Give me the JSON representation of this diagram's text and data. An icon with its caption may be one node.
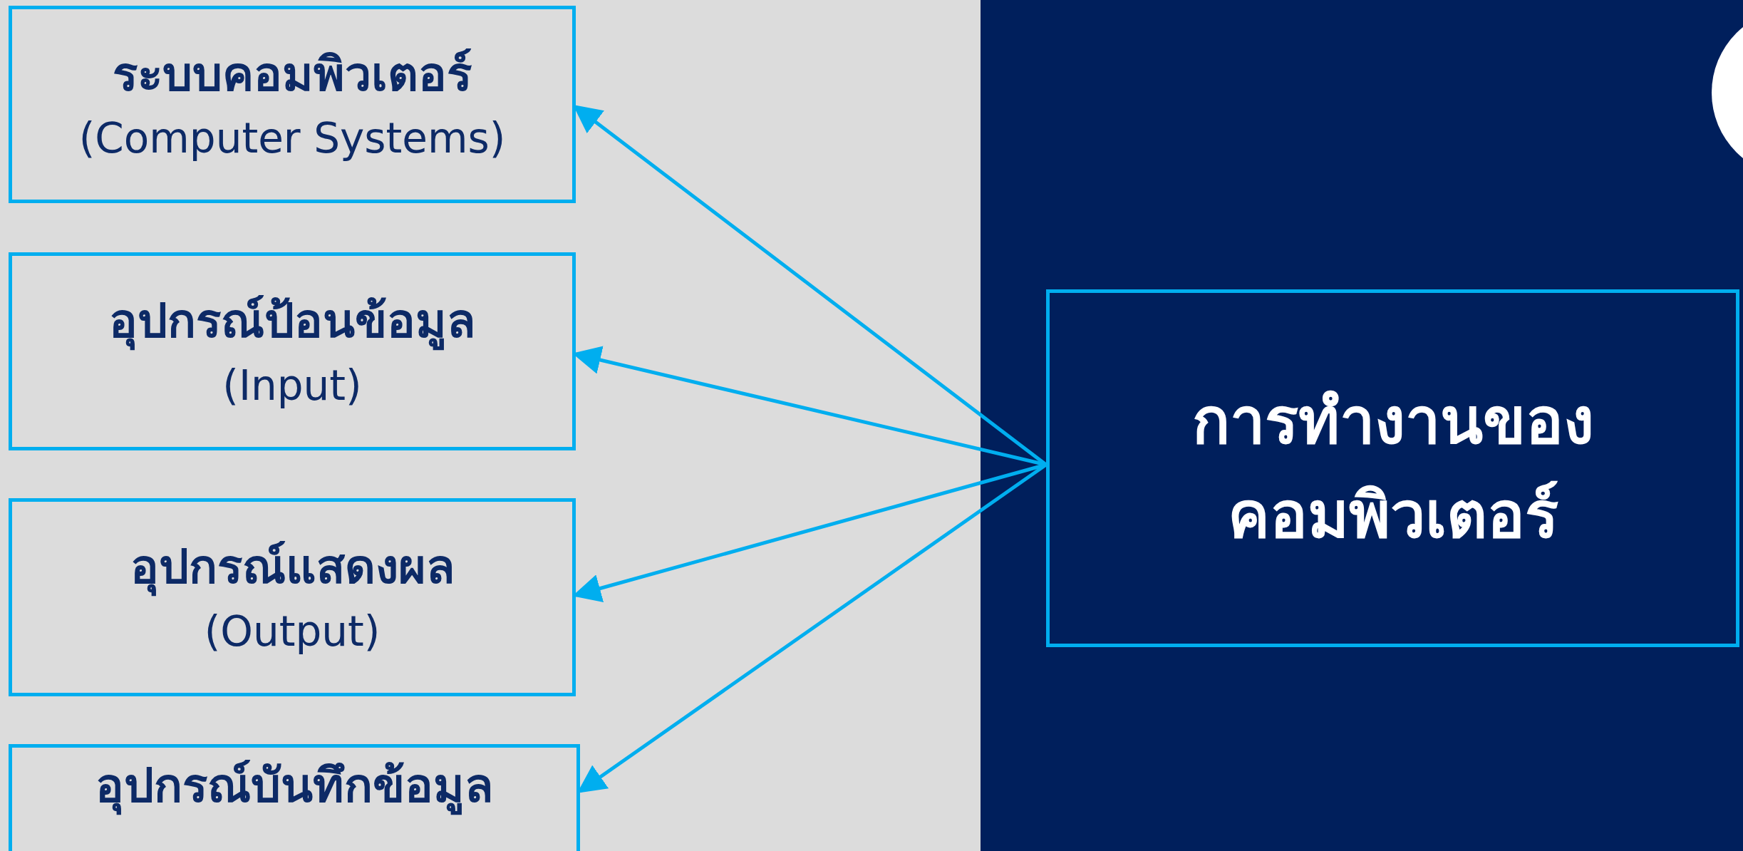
{
  "diagram": {
    "nodes": [
      {
        "text": [
          "ระบบคอมพิวเตอร์",
          "(Computer Systems)"
        ]
      },
      {
        "text": [
          "อุปกรณ์ป้อนข้อมูล",
          "(Input)"
        ]
      },
      {
        "text": [
          "อุปกรณ์แสดงผล",
          "(Output)"
        ]
      },
      {
        "text": [
          "อุปกรณ์บันทึกข้อมูล"
        ]
      },
      {
        "text": [
          "การทำงานของคอมพิวเตอร์"
        ]
      }
    ],
    "edges": [
      {
        "from": 4,
        "to": 0,
        "arrow": "to"
      },
      {
        "from": 4,
        "to": 1,
        "arrow": "to"
      },
      {
        "from": 4,
        "to": 2,
        "arrow": "to"
      },
      {
        "from": 4,
        "to": 3,
        "arrow": "to"
      }
    ]
  }
}
